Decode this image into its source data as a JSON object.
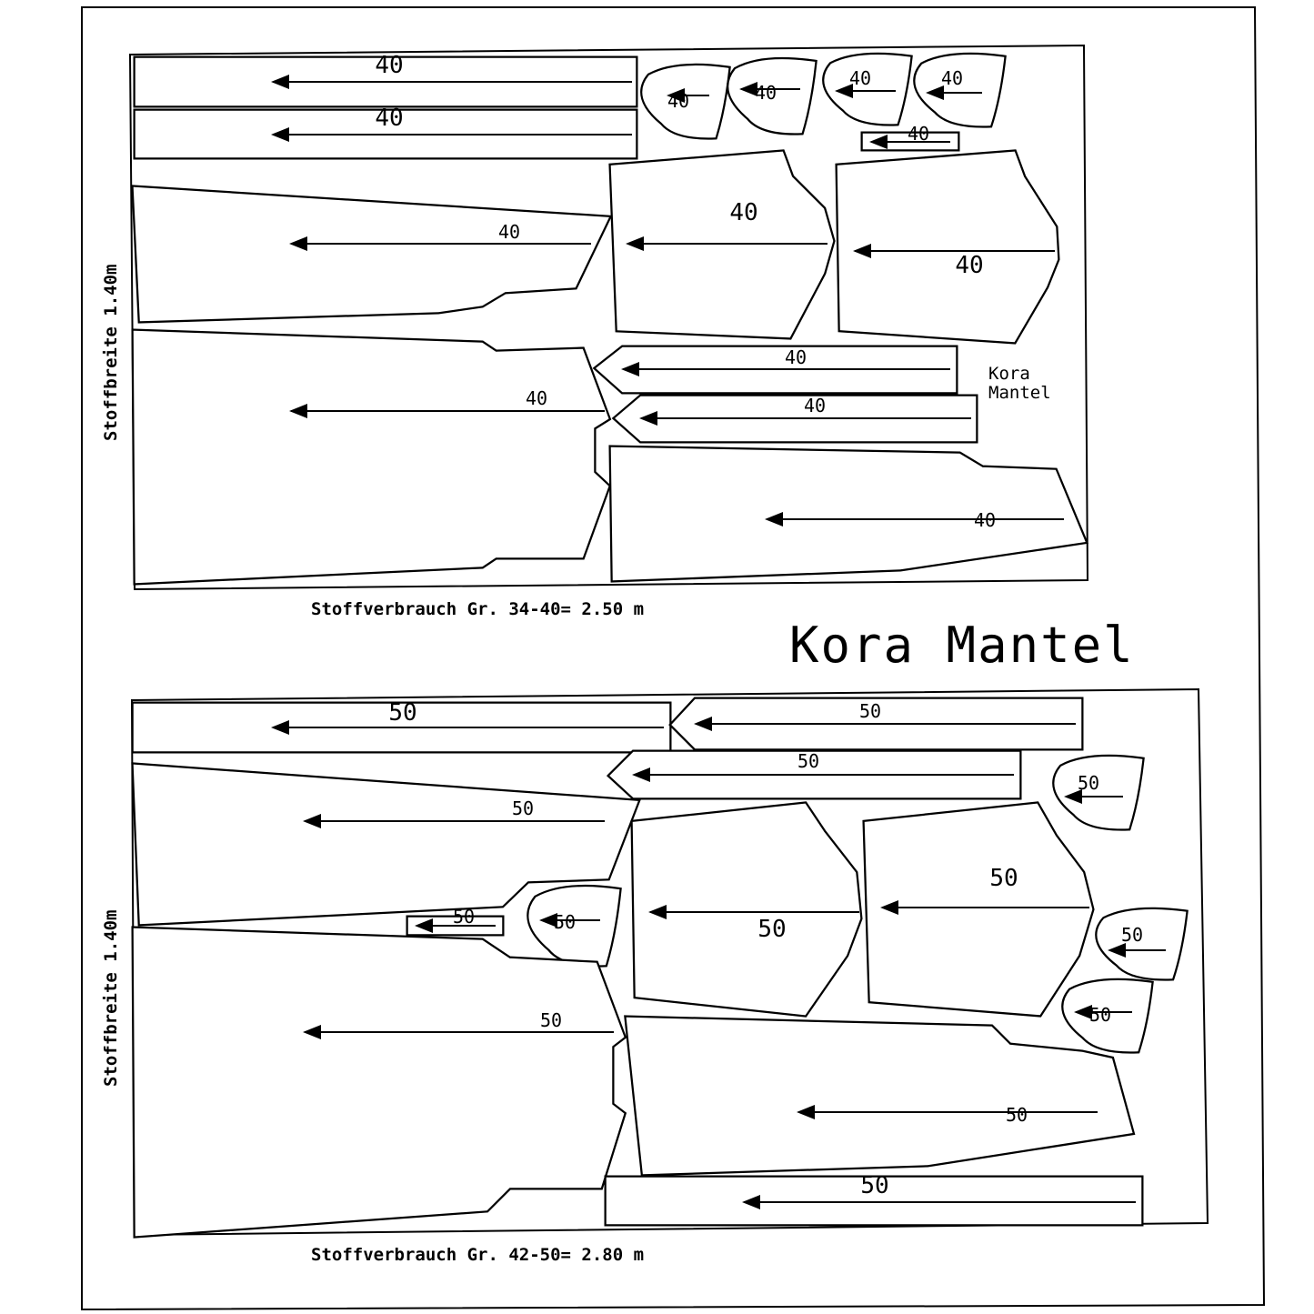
{
  "title": "Kora Mantel",
  "top_layout": {
    "fabric_width_label": "Stoffbreite 1.40m",
    "size_label": "40",
    "model_label_line1": "Kora",
    "model_label_line2": "Mantel",
    "consumption": "Stoffverbrauch Gr.  34-40= 2.50 m"
  },
  "bottom_layout": {
    "fabric_width_label": "Stoffbreite 1.40m",
    "size_label": "50",
    "consumption": "Stoffverbrauch Gr.  42-50= 2.80 m"
  }
}
